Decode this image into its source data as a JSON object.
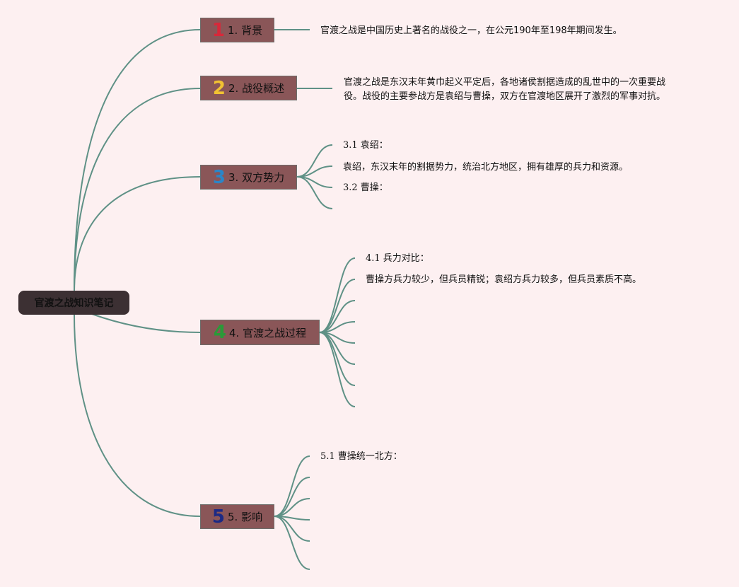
{
  "root": {
    "title": "官渡之战知识笔记"
  },
  "branches": [
    {
      "number": "1",
      "label": "1. 背景",
      "color": "#d8283a"
    },
    {
      "number": "2",
      "label": "2. 战役概述",
      "color": "#f1c232"
    },
    {
      "number": "3",
      "label": "3. 双方势力",
      "color": "#2b86c8"
    },
    {
      "number": "4",
      "label": "4. 官渡之战过程",
      "color": "#2a9a38"
    },
    {
      "number": "5",
      "label": "5. 影响",
      "color": "#1c2a84"
    }
  ],
  "details": {
    "background": "官渡之战是中国历史上著名的战役之一，在公元190年至198年期间发生。",
    "overview_line1": "官渡之战是东汉末年黄巾起义平定后，各地诸侯割据造成的乱世中的一次重要战",
    "overview_line2": "役。战役的主要参战方是袁绍与曹操，双方在官渡地区展开了激烈的军事对抗。",
    "forces_yuan_title": "3.1 袁绍：",
    "forces_yuan_desc": "袁绍，东汉末年的割据势力，统治北方地区，拥有雄厚的兵力和资源。",
    "forces_cao_title": "3.2 曹操：",
    "process_title": "4.1 兵力对比：",
    "process_desc": "曹操方兵力较少，但兵员精锐；袁绍方兵力较多，但兵员素质不高。",
    "impact_title": "5.1 曹操统一北方："
  },
  "colors": {
    "connector": "#5f9186",
    "node_fill": "#8a5658",
    "root_fill": "#3c3033"
  }
}
